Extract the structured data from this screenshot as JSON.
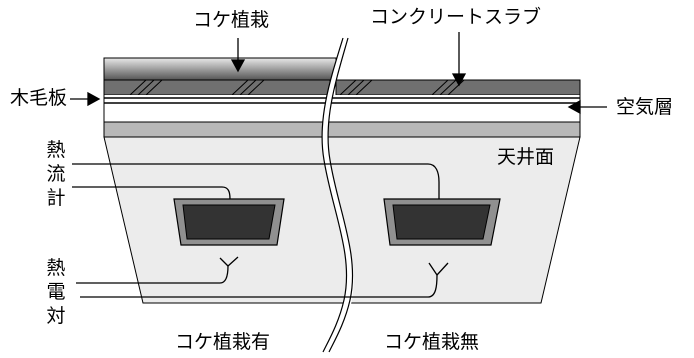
{
  "labels": {
    "moss_planting": "コケ植栽",
    "concrete_slab": "コンクリートスラブ",
    "wood_wool_board": "木毛板",
    "air_layer": "空気層",
    "ceiling_surface": "天井面",
    "heat_flow_meter": "熱流計",
    "thermocouple": "熱電対",
    "with_moss": "コケ植栽有",
    "without_moss": "コケ植栽無"
  },
  "colors": {
    "top_layer_gradient_light": "#e8e8e8",
    "top_layer_gradient_dark": "#555555",
    "hatched_layer": "#707070",
    "bottom_board": "#b8b8b8",
    "ceiling_panel": "#ececec",
    "sensor_outer": "#909090",
    "sensor_inner": "#333333",
    "line": "#000000"
  }
}
